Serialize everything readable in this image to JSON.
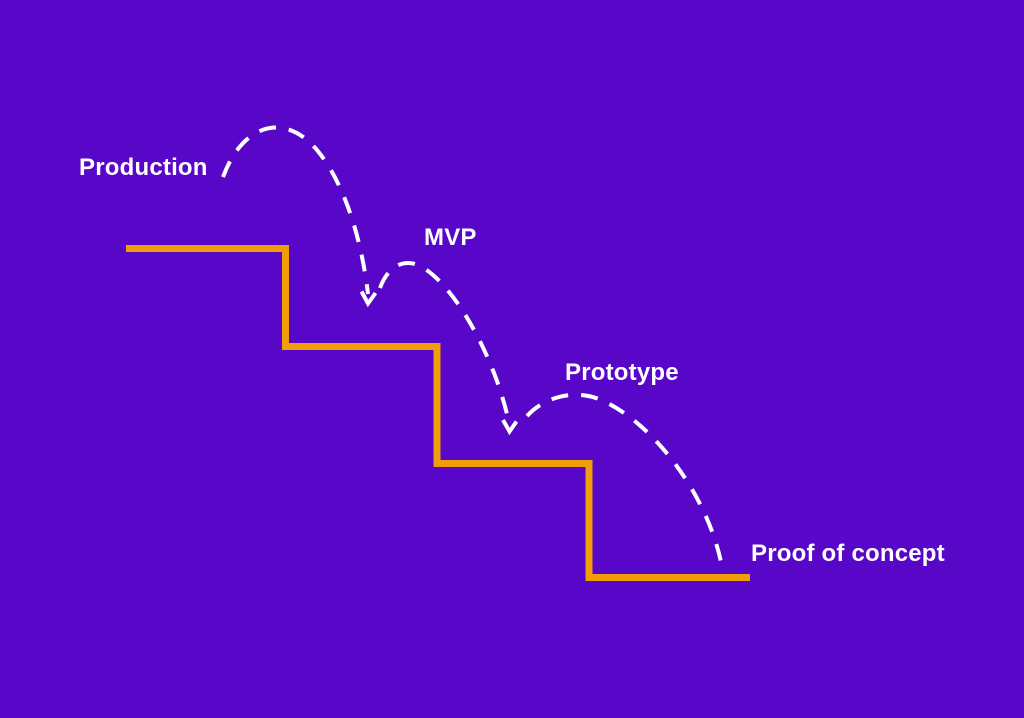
{
  "canvas": {
    "background_color": "#5806C7"
  },
  "staircase": {
    "color": "#F09D0A",
    "description": "descending-steps"
  },
  "arrows": {
    "color": "#FFFFFF",
    "style": "dashed-bounce-arcs"
  },
  "stages": [
    {
      "label": "Production"
    },
    {
      "label": "MVP"
    },
    {
      "label": "Prototype"
    },
    {
      "label": "Proof of concept"
    }
  ]
}
